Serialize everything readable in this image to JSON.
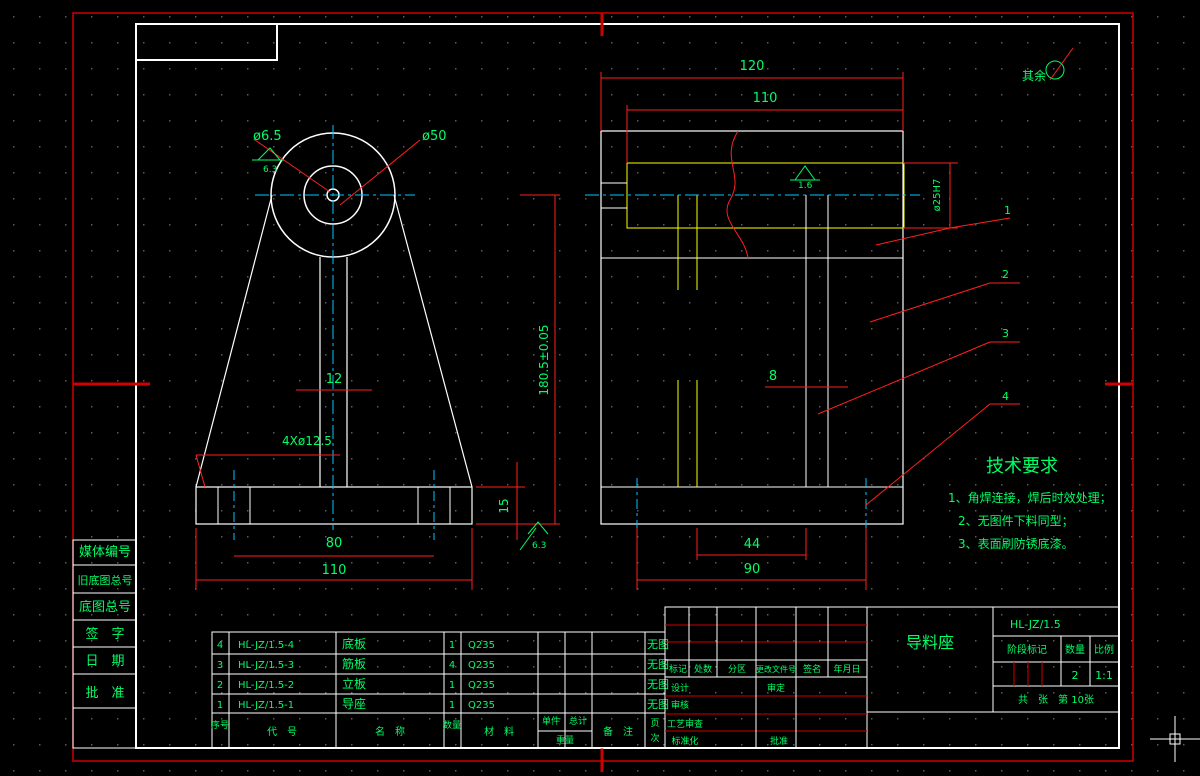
{
  "colors": {
    "background": "#000000",
    "border": "#d00000",
    "line": "#ffffff",
    "dim": "#00ff66",
    "leader": "#ff2020",
    "center": "#00c8ff",
    "hidden": "#ffff00",
    "grid": "#5a5a5a"
  },
  "drawing": {
    "surface_note": "其余",
    "front_view": {
      "dia_small": "ø6.5",
      "dia_large": "ø50",
      "rough_a": "6.3",
      "rib_width": "12",
      "holes": "4Xø12.5",
      "height": "180.5±0.05",
      "base_thickness": "15",
      "rough_b": "6.3",
      "hole_spacing": "80",
      "base_length": "110"
    },
    "side_view": {
      "overall_width": "120",
      "inner_width": "110",
      "rough_c": "1.6",
      "bore": "ø25H7",
      "rib": "8",
      "hole_spacing": "44",
      "base_length": "90",
      "balloons": [
        "1",
        "2",
        "3",
        "4"
      ]
    }
  },
  "tech_req": {
    "title": "技术要求",
    "items": [
      "1、角焊连接，焊后时效处理；",
      "2、无图件下料同型；",
      "3、表面刷防锈底漆。"
    ]
  },
  "left_strip": [
    "媒体编号",
    "旧底图总号",
    "底图总号",
    "签　字",
    "日　期",
    "批　准"
  ],
  "parts_list": {
    "rows": [
      [
        "4",
        "HL-JZ/1.5-4",
        "底板",
        "1",
        "Q235"
      ],
      [
        "3",
        "HL-JZ/1.5-3",
        "筋板",
        "4",
        "Q235"
      ],
      [
        "2",
        "HL-JZ/1.5-2",
        "立板",
        "1",
        "Q235"
      ],
      [
        "1",
        "HL-JZ/1.5-1",
        "导座",
        "1",
        "Q235"
      ]
    ],
    "suffix": [
      "无图",
      "无图",
      "无图",
      "无图"
    ],
    "header": {
      "seq": "序号",
      "code": "代　号",
      "name": "名　称",
      "qty": "数量",
      "material": "材　料",
      "single": "单件",
      "total": "总计",
      "weight": "重量",
      "remark": "备　注",
      "page_a": "页",
      "page_b": "次"
    }
  },
  "title_block": {
    "part_name": "导料座",
    "drawing_no": "HL-JZ/1.5",
    "stage_mark": "阶段标记",
    "weight": "数量",
    "scale_label": "比例",
    "qty_value": "2",
    "scale_value": "1:1",
    "sheets": "共　张　第 10张",
    "marks": [
      "标记",
      "处数",
      "分区",
      "更改文件号",
      "签名",
      "年月日"
    ],
    "roles": [
      "设计",
      "审定",
      "审核",
      "工艺审查",
      "标准化",
      "批准"
    ]
  }
}
